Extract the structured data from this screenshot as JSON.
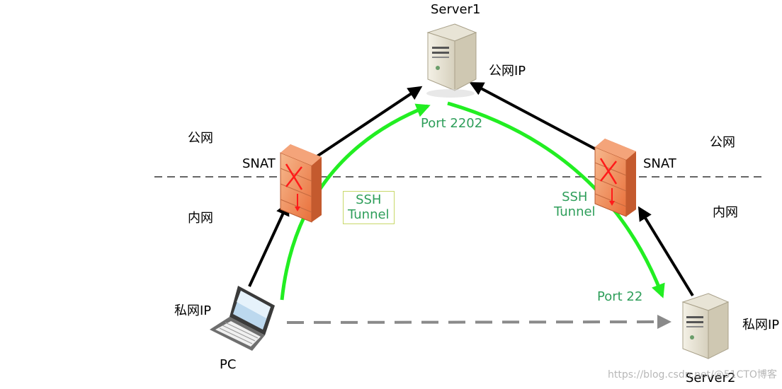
{
  "nodes": {
    "server1": {
      "name": "Server1",
      "ip": "公网IP"
    },
    "server2": {
      "name": "Server2",
      "ip": "私网IP"
    },
    "pc": {
      "name": "PC",
      "ip": "私网IP"
    },
    "firewall_left": {
      "label": "SNAT"
    },
    "firewall_right": {
      "label": "SNAT"
    }
  },
  "zones": {
    "left_public": "公网",
    "left_private": "内网",
    "right_public": "公网",
    "right_private": "内网"
  },
  "tunnel": {
    "left_label_line1": "SSH",
    "left_label_line2": "Tunnel",
    "right_label_line1": "SSH",
    "right_label_line2": "Tunnel",
    "port_server1": "Port 2202",
    "port_server2": "Port 22"
  },
  "watermark": "https://blog.csdn.net/@51CTO博客",
  "colors": {
    "tunnel": "#22ee22",
    "tunnel_text": "#2e9e5a",
    "link": "#000000",
    "dashed_direct": "#8a8a8a",
    "boundary": "#333333",
    "firewall": "#f08a50"
  }
}
